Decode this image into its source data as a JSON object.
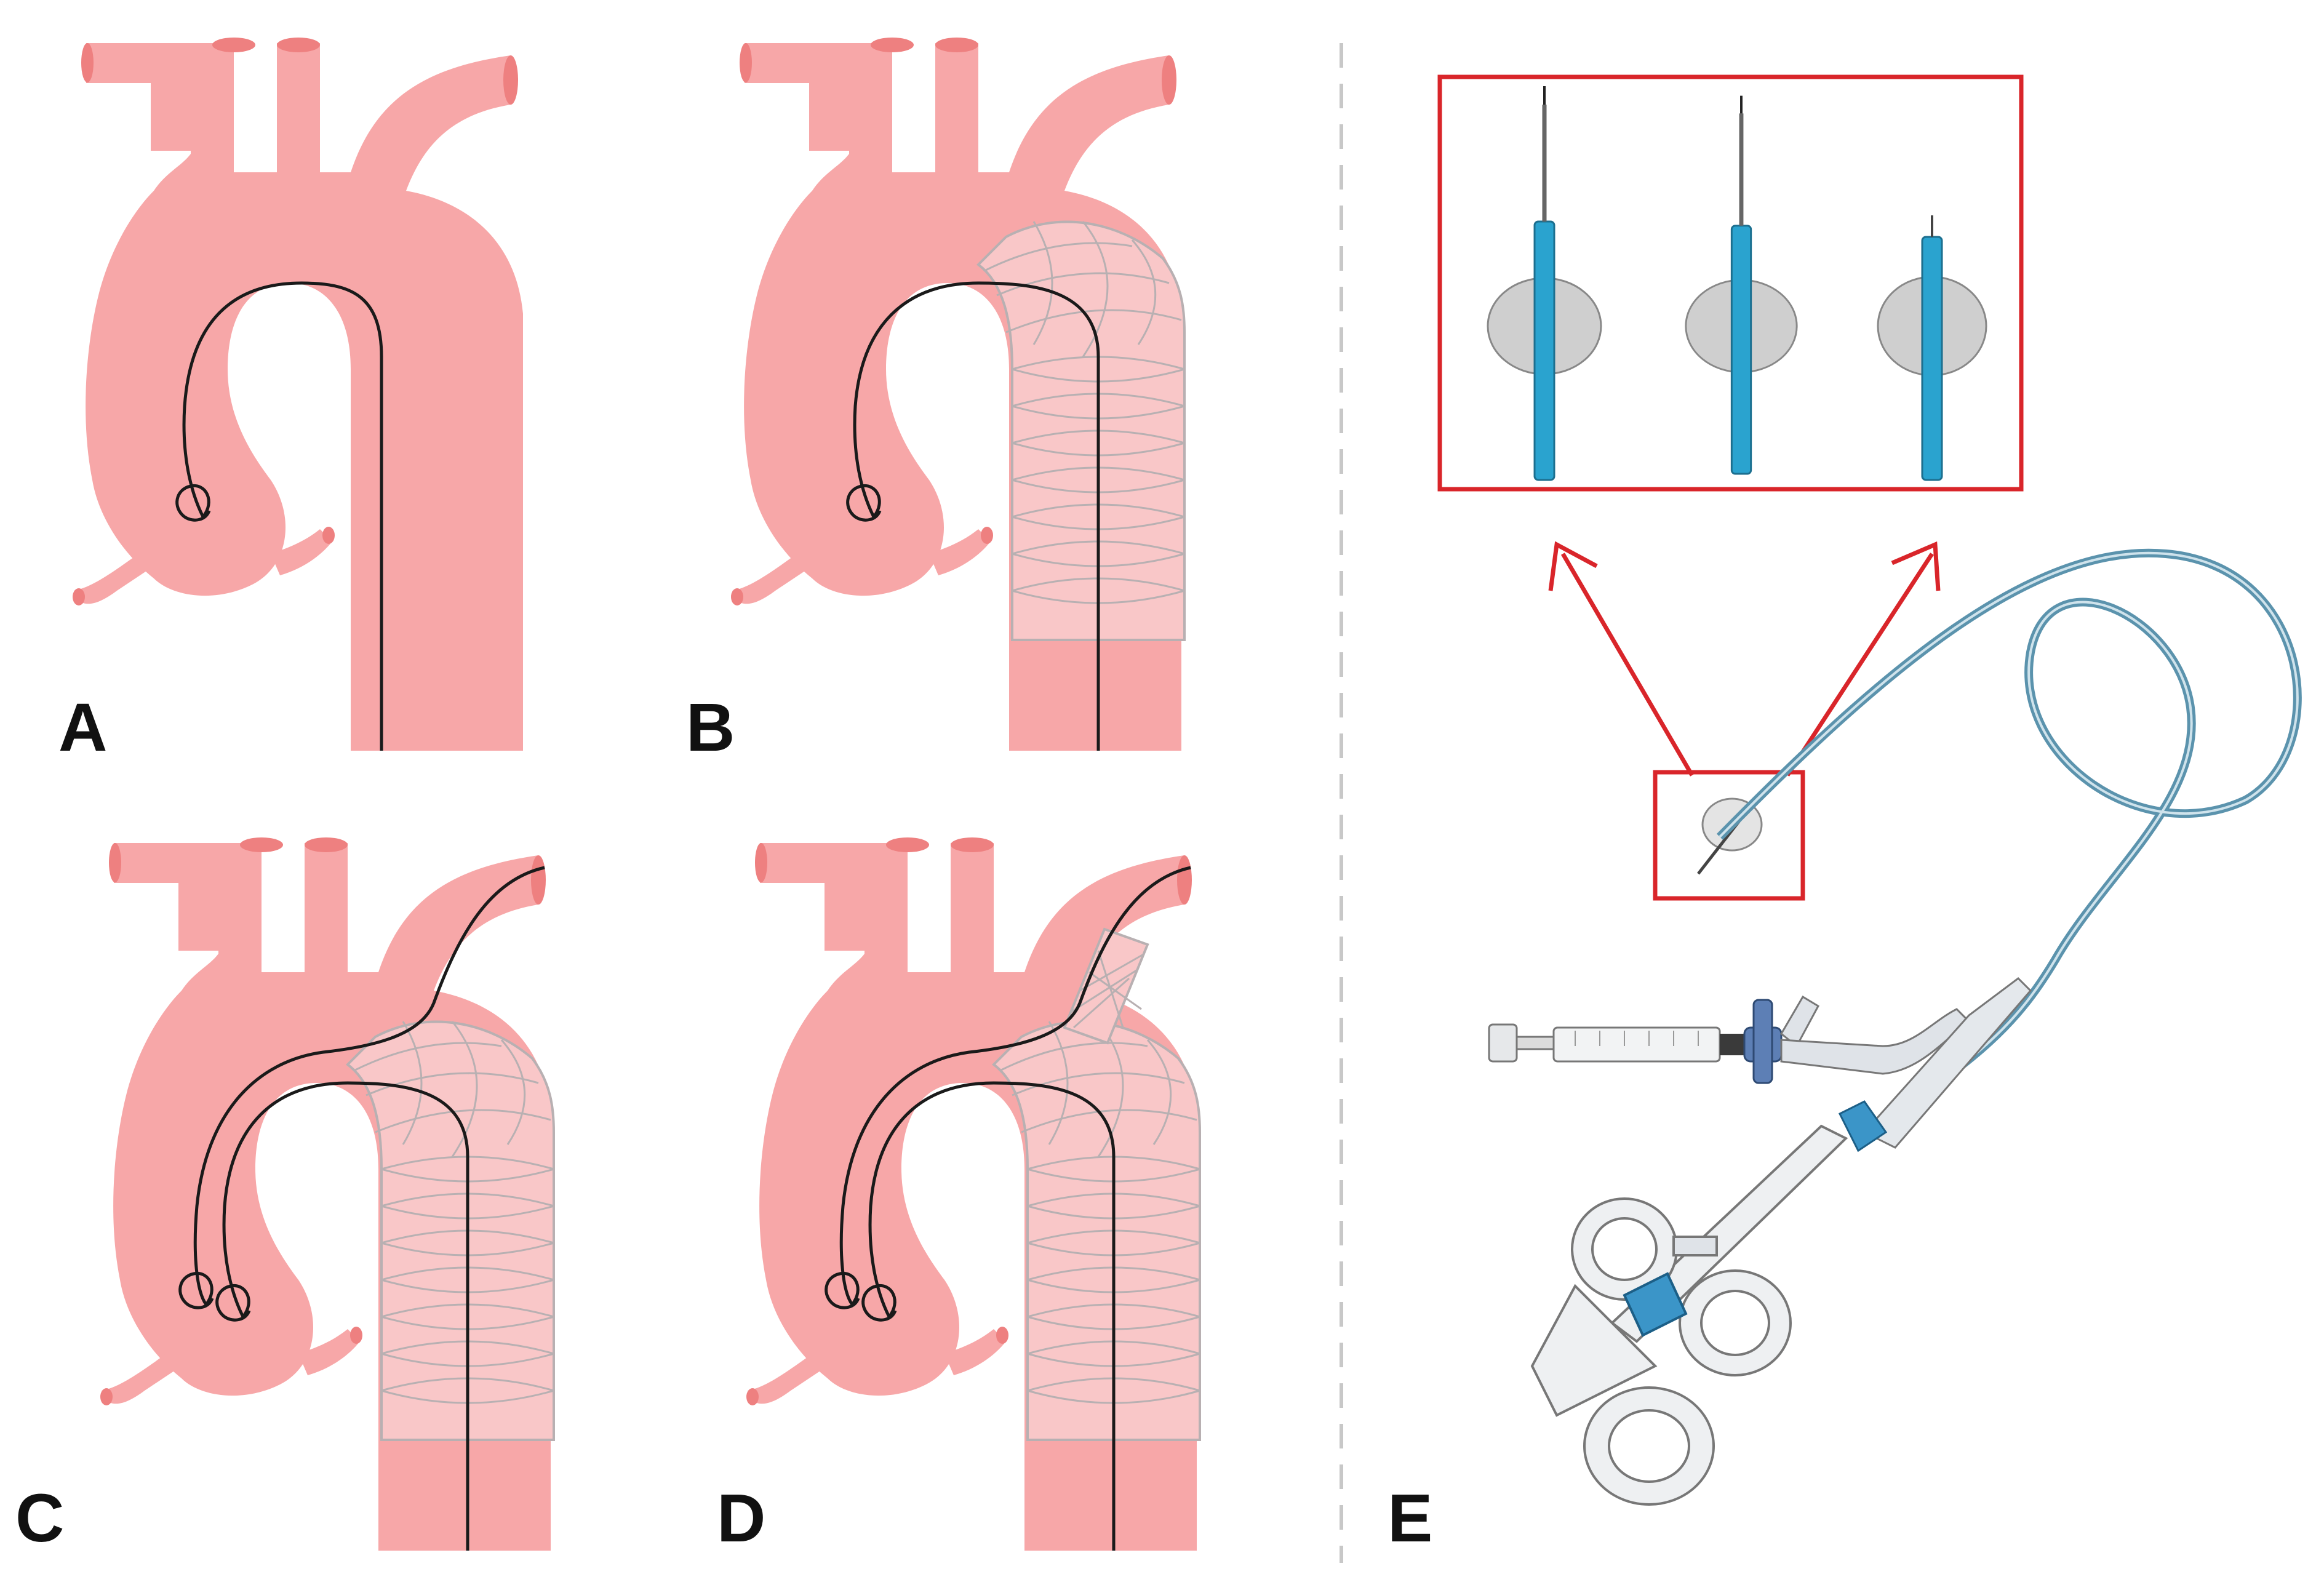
{
  "panels": {
    "a": {
      "label": "A"
    },
    "b": {
      "label": "B"
    },
    "c": {
      "label": "C"
    },
    "d": {
      "label": "D"
    },
    "e": {
      "label": "E"
    }
  },
  "colors": {
    "aorta_fill": "#f7a7a8",
    "vessel_cut": "#ee8080",
    "stent_mesh": "#b8b0b2",
    "guidewire": "#1a1a1a",
    "divider": "#c8c8c8",
    "highlight_box": "#d9252a",
    "needle_sheath": "#2aa3cf",
    "catheter": "#5b93ad",
    "balloon": "#cfcfcf",
    "handle": "#eef0f2"
  },
  "icons": [
    "aortic-arch-illustration",
    "guidewire",
    "stent-graft",
    "fenestration-needle",
    "catheter-coil",
    "syringe-icon",
    "stopcock-icon",
    "scissor-handle-icon"
  ]
}
